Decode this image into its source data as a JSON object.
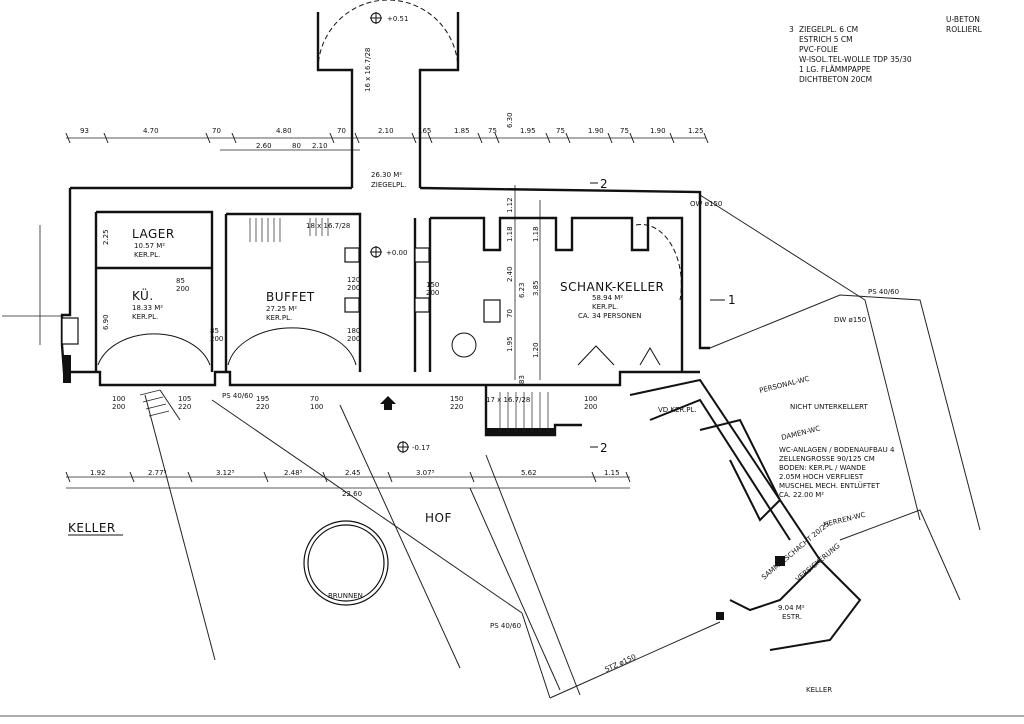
{
  "plan": {
    "title": "KELLER",
    "level_marks": {
      "top": "+0.51",
      "center": "+0.00",
      "yard": "-0.17"
    },
    "construction_notes": {
      "index": "3",
      "lines": [
        "ZIEGELPL. 6 CM",
        "ESTRICH 5 CM",
        "PVC-FOLIE",
        "W-ISOL.TEL-WOLLE TDP 35/30",
        "1 LG. FLÄMMPAPPE",
        "DICHTBETON 20CM"
      ],
      "right": [
        "U-BETON",
        "ROLLIERL"
      ]
    },
    "rooms": {
      "lager": {
        "name": "LAGER",
        "area": "10.57 M²",
        "floor": "KER.PL."
      },
      "kueche": {
        "name": "KÜ.",
        "area": "18.33 M²",
        "floor": "KER.PL."
      },
      "buffet": {
        "name": "BUFFET",
        "area": "27.25 M²",
        "floor": "KER.PL."
      },
      "corridor": {
        "area": "26.30 M²",
        "floor": "ZIEGELPL."
      },
      "schankkeller": {
        "name": "SCHANK-KELLER",
        "area": "58.94 M²",
        "floor": "KER.PL.",
        "persons": "CA. 34 PERSONEN"
      },
      "hof": "HOF",
      "brunnen": "BRUNNEN",
      "nicht_unterkellert": "NICHT UNTERKELLERT",
      "personal_wc": "PERSONAL-WC",
      "damen_wc": "DAMEN-WC",
      "herren_wc": "HERREN-WC",
      "wc_block": {
        "title": "WC-ANLAGEN / BODENAUFBAU 4",
        "lines": [
          "ZELLENGROSSE 90/125 CM",
          "BODEN: KER.PL / WANDE",
          "2.05M HOCH VERFLIEST",
          "MUSCHEL MECH. ENTLÜFTET",
          "CA. 22.00 M²"
        ]
      },
      "estr": {
        "area": "9.04 M²",
        "floor": "ESTR."
      },
      "keller_bottom": "KELLER"
    },
    "section_marks": [
      "1",
      "2",
      "2"
    ],
    "dims_top": [
      "93",
      "4.70",
      "70",
      "4.80",
      "70",
      "2.10",
      "165",
      "1.85",
      "75",
      "1.95",
      "75",
      "1.90",
      "75",
      "1.90",
      "1.25"
    ],
    "dims_top2": [
      "2.60",
      "80",
      "2.10"
    ],
    "dims_bottom": [
      "1.92",
      "2.77⁵",
      "3.12⁵",
      "2.48⁵",
      "2.45",
      "3.07⁵",
      "5.62",
      "1.15"
    ],
    "dim_total": "22.60",
    "dims_left": [
      "2.25",
      "6.90"
    ],
    "dims_vertical": [
      "1.12",
      "1.18",
      "1.18",
      "2.40",
      "6.23",
      "3.85",
      "70",
      "1.95",
      "1.20",
      "83",
      "6.30"
    ],
    "opening_dims": [
      "85\n200",
      "120\n200",
      "180\n200",
      "150\n200",
      "85\n200",
      "195\n220",
      "70\n100",
      "150\n220",
      "100\n200",
      "100\n200",
      "105\n220"
    ],
    "stairs": [
      "18 x 16.7/28",
      "17 x 16.7/28",
      "16 x 16.7/28"
    ],
    "shafts": [
      "PS 40/60",
      "PS 40/60",
      "PS 40/60",
      "OW ø150",
      "DW ø150"
    ],
    "misc_labels": [
      "VD KER.PL.",
      "SAMMELSCHACHT 20/25",
      "VERSICKERUNG",
      "STZ ø150"
    ]
  }
}
